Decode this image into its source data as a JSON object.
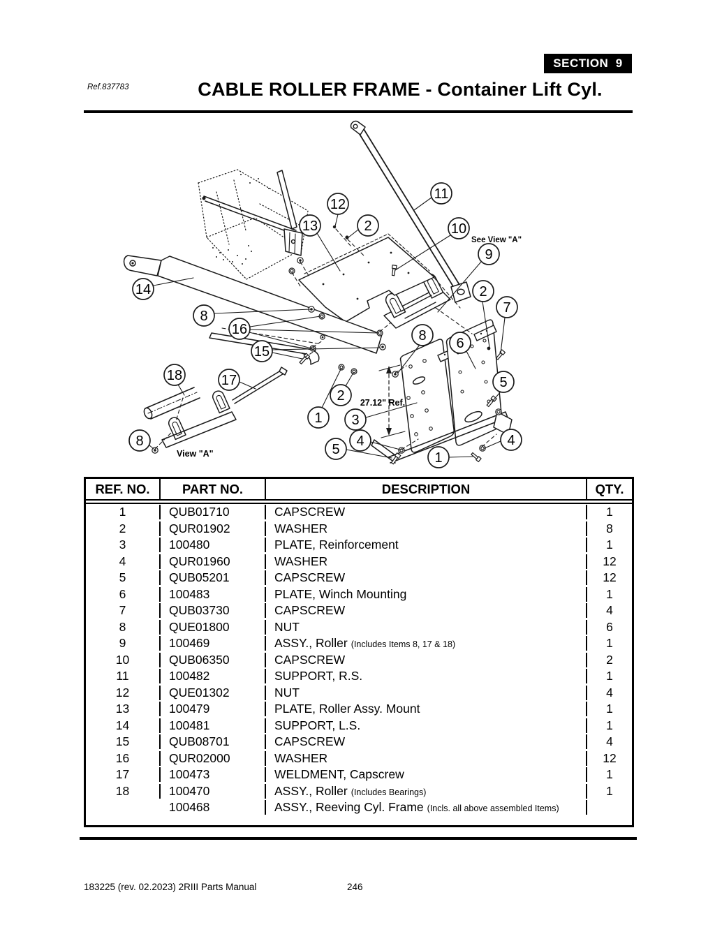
{
  "page": {
    "section_badge": "SECTION  9",
    "ref_label": "Ref.837783",
    "title": "CABLE ROLLER FRAME - Container Lift Cyl.",
    "footer_left": "183225  (rev. 02.2023) 2RIII Parts Manual",
    "page_number": "246"
  },
  "colors": {
    "ink": "#000000",
    "badge_bg": "#000000",
    "badge_text": "#ffffff"
  },
  "diagram": {
    "annotations": {
      "see_view_a": "See View \"A\"",
      "view_a": "View \"A\"",
      "dimension_ref": "27.12\" Ref."
    },
    "callouts": [
      {
        "num": "12"
      },
      {
        "num": "13"
      },
      {
        "num": "2"
      },
      {
        "num": "11"
      },
      {
        "num": "10"
      },
      {
        "num": "9"
      },
      {
        "num": "14"
      },
      {
        "num": "2"
      },
      {
        "num": "7"
      },
      {
        "num": "8"
      },
      {
        "num": "16"
      },
      {
        "num": "15"
      },
      {
        "num": "18"
      },
      {
        "num": "17"
      },
      {
        "num": "8"
      },
      {
        "num": "6"
      },
      {
        "num": "2"
      },
      {
        "num": "1"
      },
      {
        "num": "3"
      },
      {
        "num": "4"
      },
      {
        "num": "5"
      },
      {
        "num": "8"
      },
      {
        "num": "5"
      },
      {
        "num": "4"
      },
      {
        "num": "1"
      }
    ]
  },
  "table": {
    "headers": [
      "REF. NO.",
      "PART NO.",
      "DESCRIPTION",
      "QTY."
    ],
    "rows": [
      {
        "ref": "1",
        "part": "QUB01710",
        "desc": "CAPSCREW",
        "note": "",
        "qty": "1"
      },
      {
        "ref": "2",
        "part": "QUR01902",
        "desc": "WASHER",
        "note": "",
        "qty": "8"
      },
      {
        "ref": "3",
        "part": "100480",
        "desc": "PLATE, Reinforcement",
        "note": "",
        "qty": "1"
      },
      {
        "ref": "4",
        "part": "QUR01960",
        "desc": "WASHER",
        "note": "",
        "qty": "12"
      },
      {
        "ref": "5",
        "part": "QUB05201",
        "desc": "CAPSCREW",
        "note": "",
        "qty": "12"
      },
      {
        "ref": "6",
        "part": "100483",
        "desc": "PLATE, Winch Mounting",
        "note": "",
        "qty": "1"
      },
      {
        "ref": "7",
        "part": "QUB03730",
        "desc": "CAPSCREW",
        "note": "",
        "qty": "4"
      },
      {
        "ref": "8",
        "part": "QUE01800",
        "desc": "NUT",
        "note": "",
        "qty": "6"
      },
      {
        "ref": "9",
        "part": "100469",
        "desc": "ASSY., Roller",
        "note": "(Includes Items 8, 17 & 18)",
        "qty": "1"
      },
      {
        "ref": "10",
        "part": "QUB06350",
        "desc": "CAPSCREW",
        "note": "",
        "qty": "2"
      },
      {
        "ref": "11",
        "part": "100482",
        "desc": "SUPPORT, R.S.",
        "note": "",
        "qty": "1"
      },
      {
        "ref": "12",
        "part": "QUE01302",
        "desc": "NUT",
        "note": "",
        "qty": "4"
      },
      {
        "ref": "13",
        "part": "100479",
        "desc": "PLATE, Roller Assy. Mount",
        "note": "",
        "qty": "1"
      },
      {
        "ref": "14",
        "part": "100481",
        "desc": "SUPPORT, L.S.",
        "note": "",
        "qty": "1"
      },
      {
        "ref": "15",
        "part": "QUB08701",
        "desc": "CAPSCREW",
        "note": "",
        "qty": "4"
      },
      {
        "ref": "16",
        "part": "QUR02000",
        "desc": "WASHER",
        "note": "",
        "qty": "12"
      },
      {
        "ref": "17",
        "part": "100473",
        "desc": "WELDMENT, Capscrew",
        "note": "",
        "qty": "1"
      },
      {
        "ref": "18",
        "part": "100470",
        "desc": "ASSY., Roller",
        "note": "(Includes Bearings)",
        "qty": "1"
      },
      {
        "ref": "",
        "part": "100468",
        "desc": "ASSY., Reeving Cyl. Frame",
        "note": "(Incls. all above assembled Items)",
        "qty": ""
      }
    ]
  }
}
